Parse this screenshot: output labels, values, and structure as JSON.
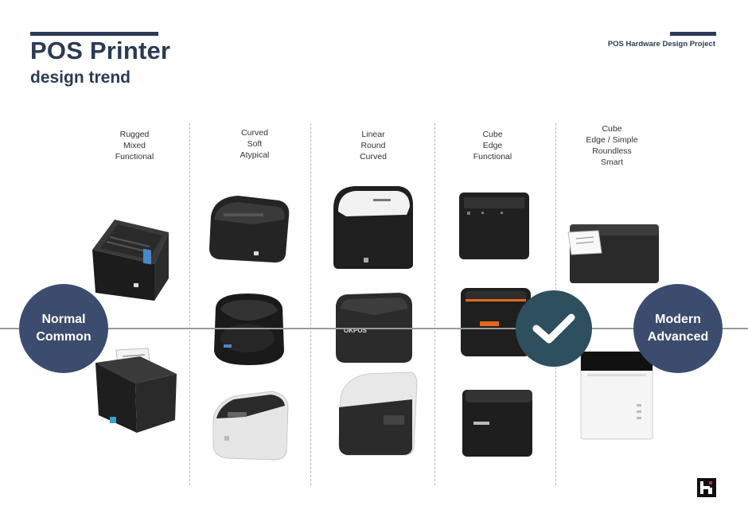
{
  "header": {
    "title": "POS Printer",
    "subtitle": "design trend",
    "project": "POS Hardware Design Project"
  },
  "columns": [
    {
      "tags": [
        "Rugged",
        "Mixed",
        "Functional"
      ]
    },
    {
      "tags": [
        "Curved",
        "Soft",
        "Atypical"
      ]
    },
    {
      "tags": [
        "Linear",
        "Round",
        "Curved"
      ]
    },
    {
      "tags": [
        "Cube",
        "Edge",
        "Functional"
      ]
    },
    {
      "tags": [
        "Cube",
        "Edge / Simple",
        "Roundless",
        "Smart"
      ]
    }
  ],
  "axis": {
    "left_label": [
      "Normal",
      "Common"
    ],
    "right_label": [
      "Modern",
      "Advanced"
    ],
    "selected_icon": "check-icon"
  },
  "printer_labels": {
    "okpos": "OKPOS"
  },
  "colors": {
    "navy": "#2b3a55",
    "circle": "#3b4c6e",
    "check": "#2e4f5e",
    "axis": "#9a9a9a"
  },
  "logo_icon": "brand-logo-icon"
}
